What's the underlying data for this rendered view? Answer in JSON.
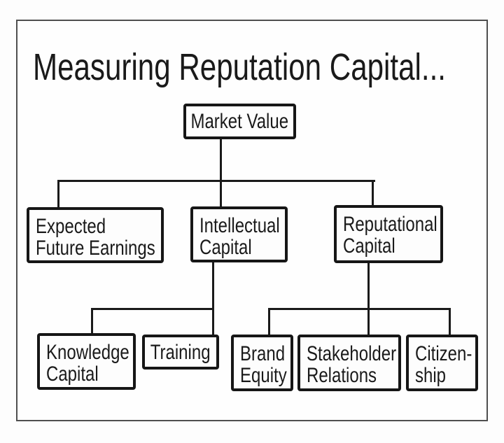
{
  "title": "Measuring Reputation Capital...",
  "nodes": {
    "market_value": {
      "label": "Market Value"
    },
    "expected_future_earnings": {
      "line1": "Expected",
      "line2": "Future Earnings"
    },
    "intellectual_capital": {
      "line1": "Intellectual",
      "line2": "Capital"
    },
    "reputational_capital": {
      "line1": "Reputational",
      "line2": "Capital"
    },
    "knowledge_capital": {
      "line1": "Knowledge",
      "line2": "Capital"
    },
    "training": {
      "label": "Training"
    },
    "brand_equity": {
      "line1": "Brand",
      "line2": "Equity"
    },
    "stakeholder_relations": {
      "line1": "Stakeholder",
      "line2": "Relations"
    },
    "citizenship": {
      "line1": "Citizen-",
      "line2": "ship"
    }
  },
  "colors": {
    "background": "#fdfdfd",
    "frame_border": "#4f4f4f",
    "box_border": "#161616",
    "connector": "#1a1a1a",
    "text": "#1a1a1a"
  }
}
